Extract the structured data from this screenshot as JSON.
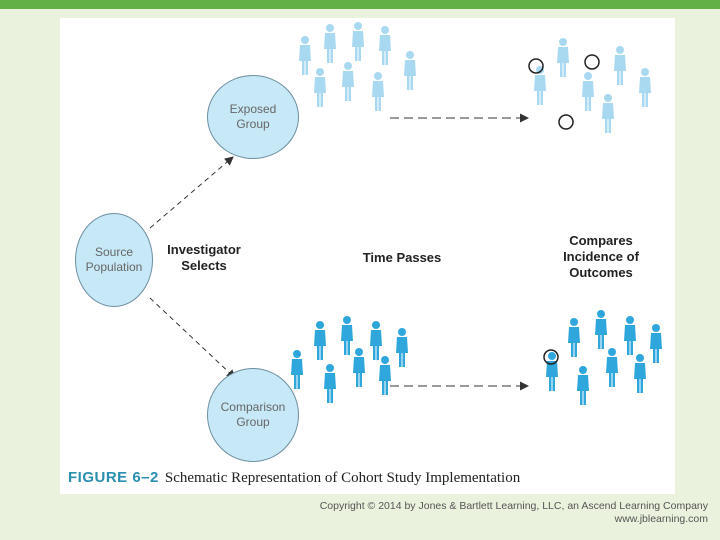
{
  "nodes": {
    "source": "Source\nPopulation",
    "exposed": "Exposed\nGroup",
    "comparison": "Comparison\nGroup"
  },
  "labels": {
    "investigator": "Investigator\nSelects",
    "time": "Time Passes",
    "compares": "Compares\nIncidence of\nOutcomes"
  },
  "caption": {
    "figure": "FIGURE 6–2",
    "title": "Schematic Representation of Cohort Study Implementation"
  },
  "copyright": {
    "line1": "Copyright © 2014 by Jones & Bartlett Learning, LLC, an Ascend Learning Company",
    "line2": "www.jblearning.com"
  },
  "colors": {
    "accent_bar": "#62b046",
    "light_people": "#a9d9f0",
    "dark_people": "#2fa7dc",
    "circle_fill": "#c7e8f6"
  }
}
